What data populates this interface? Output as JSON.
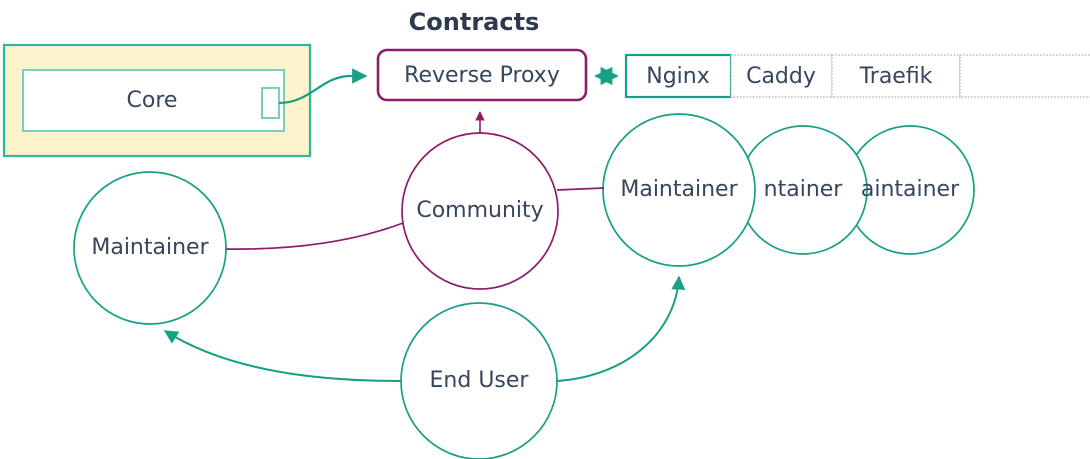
{
  "diagram": {
    "title": "Contracts",
    "colors": {
      "teal": "#16a085",
      "teal_light": "#4fc3a1",
      "purple": "#8e1b6e",
      "text": "#36465d",
      "title_text": "#2b3a4d",
      "yellow_fill": "#fdf3cd",
      "dotted_border": "#b9bcc0",
      "background": "#ffffff"
    },
    "container": {
      "label": "Core",
      "inner_label": "Core",
      "port_name": "core-port"
    },
    "gateway": {
      "label": "Reverse Proxy"
    },
    "implementations": [
      {
        "label": "Nginx",
        "selected": true
      },
      {
        "label": "Caddy",
        "selected": false
      },
      {
        "label": "Traefik",
        "selected": false
      },
      {
        "label": "",
        "selected": false
      }
    ],
    "actors": [
      {
        "id": "maintainer-left",
        "label": "Maintainer",
        "color": "teal"
      },
      {
        "id": "community",
        "label": "Community",
        "color": "purple"
      },
      {
        "id": "maintainer-1",
        "label": "Maintainer",
        "color": "teal"
      },
      {
        "id": "maintainer-2",
        "label": "ntainer",
        "color": "teal"
      },
      {
        "id": "maintainer-3",
        "label": "aintainer",
        "color": "teal"
      },
      {
        "id": "end-user",
        "label": "End User",
        "color": "teal"
      }
    ],
    "connections": [
      {
        "id": "core-to-proxy",
        "from": "Core",
        "to": "Reverse Proxy",
        "color": "teal",
        "arrow": "single"
      },
      {
        "id": "proxy-to-nginx",
        "from": "Reverse Proxy",
        "to": "Nginx",
        "color": "teal",
        "arrow": "double"
      },
      {
        "id": "community-to-proxy",
        "from": "Community",
        "to": "Reverse Proxy",
        "color": "purple",
        "arrow": "single"
      },
      {
        "id": "community-to-maintainer-left",
        "from": "Community",
        "to": "Maintainer",
        "color": "purple",
        "arrow": "none"
      },
      {
        "id": "community-to-maintainer-right",
        "from": "Community",
        "to": "Maintainer",
        "color": "purple",
        "arrow": "none"
      },
      {
        "id": "enduser-to-maintainer-left",
        "from": "End User",
        "to": "Maintainer",
        "color": "teal",
        "arrow": "single"
      },
      {
        "id": "enduser-to-maintainer-right",
        "from": "End User",
        "to": "Maintainer",
        "color": "teal",
        "arrow": "single"
      }
    ]
  }
}
